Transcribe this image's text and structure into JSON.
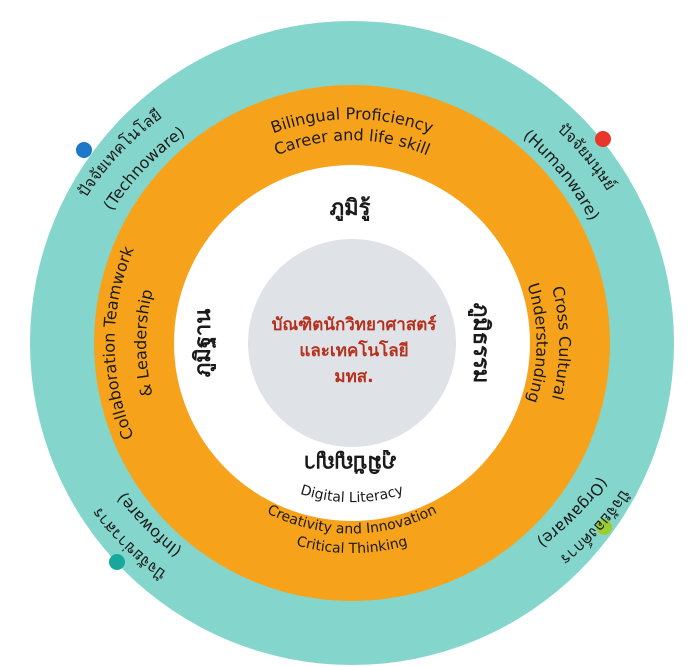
{
  "colors": {
    "outer_ring": "#84d6cc",
    "middle_ring": "#f7a21b",
    "inner_circle": "#ffffff",
    "center_circle": "#dfe3e8",
    "center_text": "#b5311e",
    "dot_blue": "#1f77c9",
    "dot_red": "#e8362b",
    "dot_green": "#9ccc34",
    "dot_teal": "#17a89c"
  },
  "center": {
    "line1": "บัณฑิตนักวิทยาศาสตร์",
    "line2": "และเทคโนโลยี",
    "line3": "มทส."
  },
  "inner": {
    "top": "ภูมิรู้",
    "right": "ภูมิธรรม",
    "bottom": "ภูมิปัญญา",
    "left": "ภูมิฐาน"
  },
  "skills": {
    "top_line1": "Bilingual Proficiency",
    "top_line2": "Career and life skill",
    "right_line1": "Cross Cultural",
    "right_line2": "Understanding",
    "bottom_line1": "Critical Thinking",
    "bottom_line2": "Creativity and Innovation",
    "bottom_line3": "Digital Literacy",
    "left_line1": "Collaboration Teamwork",
    "left_line2": "& Leadership"
  },
  "factors": {
    "techno_thai": "ปัจจัยเทคโนโลยี",
    "techno_en": "(Technoware)",
    "human_thai": "ปัจจัยมนุษย์",
    "human_en": "(Humanware)",
    "info_thai": "ปัจจัยข่าวสาร",
    "info_en": "(Infoware)",
    "orga_thai": "ปัจจัยองค์การ",
    "orga_en": "(Orgaware)"
  }
}
